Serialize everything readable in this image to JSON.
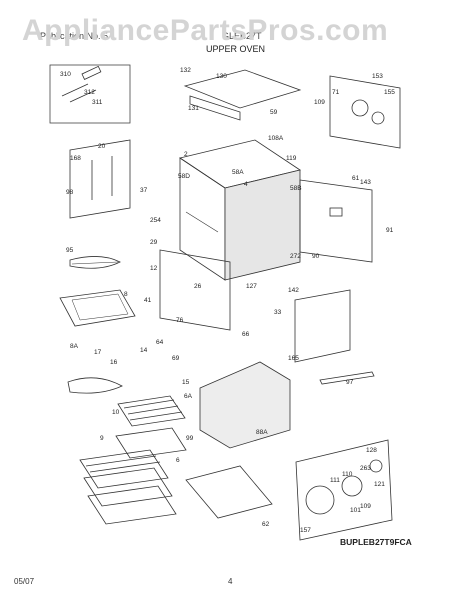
{
  "watermark": "AppliancePartsPros.com",
  "header": {
    "left_text": "Publication No. 5",
    "model": "GLEB27T",
    "section_title": "UPPER OVEN"
  },
  "reference_code": "BUPLEB27T9FCA",
  "footer": {
    "date": "05/07",
    "page": "4"
  },
  "callouts": [
    "310",
    "312",
    "311",
    "132",
    "130",
    "131",
    "153",
    "71",
    "155",
    "109",
    "59",
    "108A",
    "119",
    "20",
    "168",
    "98",
    "2",
    "58D",
    "58A",
    "4",
    "58B",
    "37",
    "254",
    "61",
    "143",
    "29",
    "12",
    "91",
    "95",
    "272",
    "90",
    "8",
    "26",
    "127",
    "142",
    "41",
    "76",
    "33",
    "8A",
    "64",
    "14",
    "16",
    "17",
    "66",
    "165",
    "97",
    "69",
    "15",
    "6A",
    "10",
    "99",
    "9",
    "88A",
    "128",
    "263",
    "110",
    "111",
    "109",
    "121",
    "101",
    "6",
    "62",
    "157"
  ]
}
